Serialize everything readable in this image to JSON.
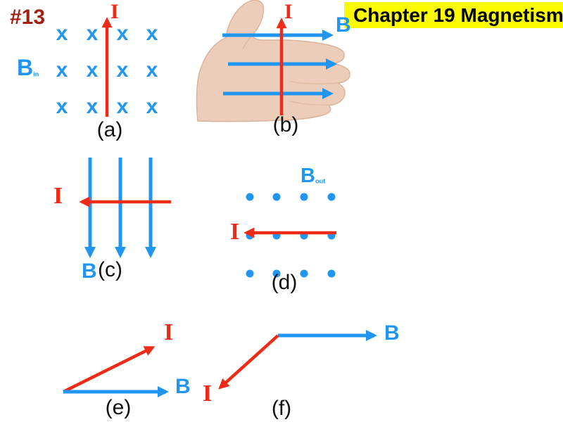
{
  "colors": {
    "blue": "#2196f0",
    "red": "#ee2b16",
    "dark_red": "#a02014",
    "banner_bg": "#fbfb00",
    "banner_text": "#000000",
    "caption_text": "#111111",
    "hand_skin": "#ebcdb9",
    "hand_edge": "#d9b49c"
  },
  "header": {
    "problem_number": "#13",
    "banner_title": "Chapter 19 Magnetism"
  },
  "panels": {
    "a": {
      "caption": "(a)",
      "current_label": "I",
      "field_label": "B",
      "field_subscript": "in",
      "field_symbol": "x",
      "grid_rows": 3,
      "grid_cols": 4
    },
    "b": {
      "caption": "(b)",
      "current_label": "I",
      "field_label": "B"
    },
    "c": {
      "caption": "(c)",
      "current_label": "I",
      "field_label": "B"
    },
    "d": {
      "caption": "(d)",
      "current_label": "I",
      "field_label": "B",
      "field_subscript": "out",
      "grid_rows": 3,
      "grid_cols": 4
    },
    "e": {
      "caption": "(e)",
      "current_label": "I",
      "field_label": "B"
    },
    "f": {
      "caption": "(f)",
      "current_label": "I",
      "field_label": "B"
    }
  }
}
